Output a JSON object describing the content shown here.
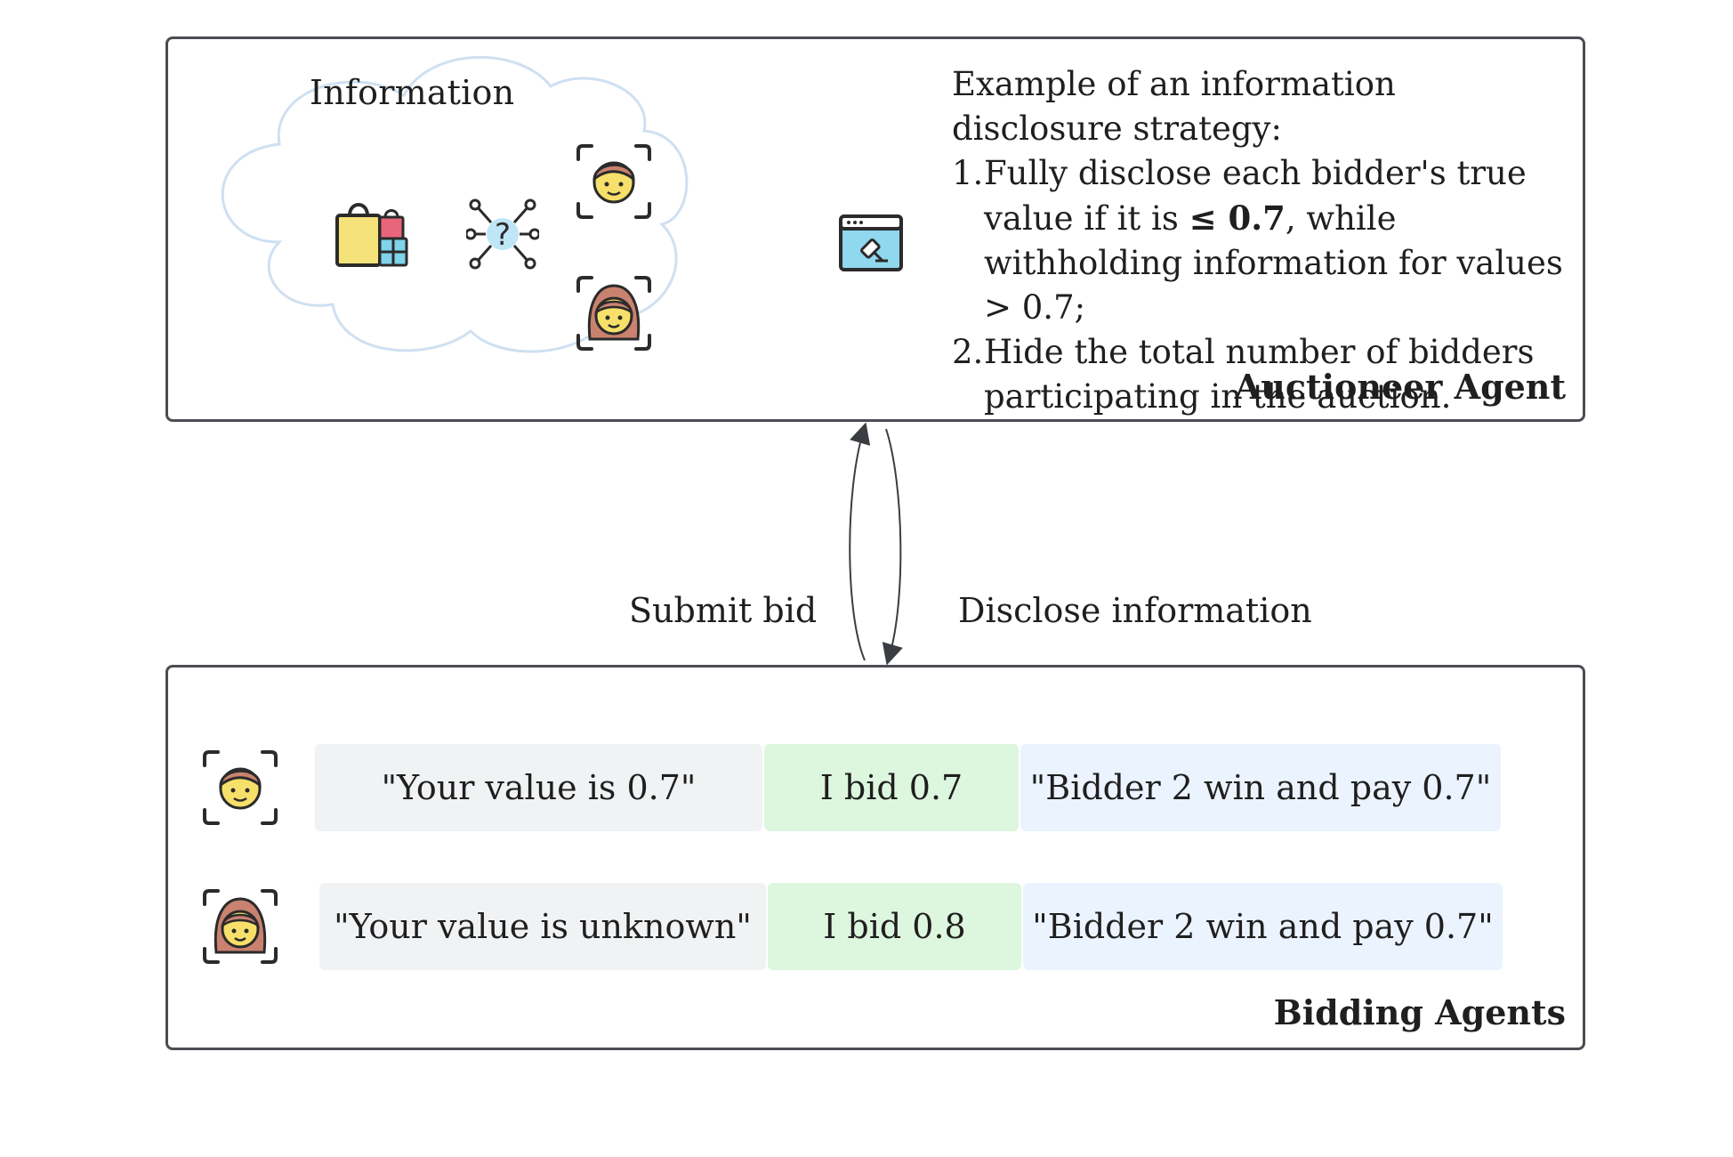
{
  "auctioneer": {
    "cloud_label": "Information",
    "strategy_heading": "Example of an information disclosure strategy:",
    "items": [
      {
        "num": "1.",
        "pre": "Fully disclose each bidder's true value if it is ",
        "bold": "≤ 0.7",
        "post": ", while withholding information for values > 0.7;"
      },
      {
        "num": "2.",
        "pre": "Hide the total number of bidders participating in the auction.",
        "bold": "",
        "post": ""
      }
    ],
    "title": "Auctioneer Agent",
    "icons": [
      "shopping-bags-icon",
      "network-question-icon",
      "bidder-1-face-icon",
      "bidder-2-face-icon",
      "auction-browser-icon"
    ]
  },
  "flow": {
    "submit_label": "Submit bid",
    "disclose_label": "Disclose information"
  },
  "bidders": {
    "title": "Bidding Agents",
    "rows": [
      {
        "avatar": "bidder-1-face-icon",
        "info": "\"Your value is 0.7\"",
        "bid": "I bid 0.7",
        "result": "\"Bidder 2 win and pay 0.7\""
      },
      {
        "avatar": "bidder-2-face-icon",
        "info": "\"Your value is unknown\"",
        "bid": "I bid 0.8",
        "result": "\"Bidder 2 win and pay 0.7\""
      }
    ]
  },
  "colors": {
    "border": "#4a4d52",
    "cloud_stroke": "#cfe0f1",
    "info_cell": "#f0f2f4",
    "bid_cell": "#ddf7df",
    "result_cell": "#ebf3fe",
    "face_skin": "#f7e06a",
    "hair": "#c9826f"
  }
}
